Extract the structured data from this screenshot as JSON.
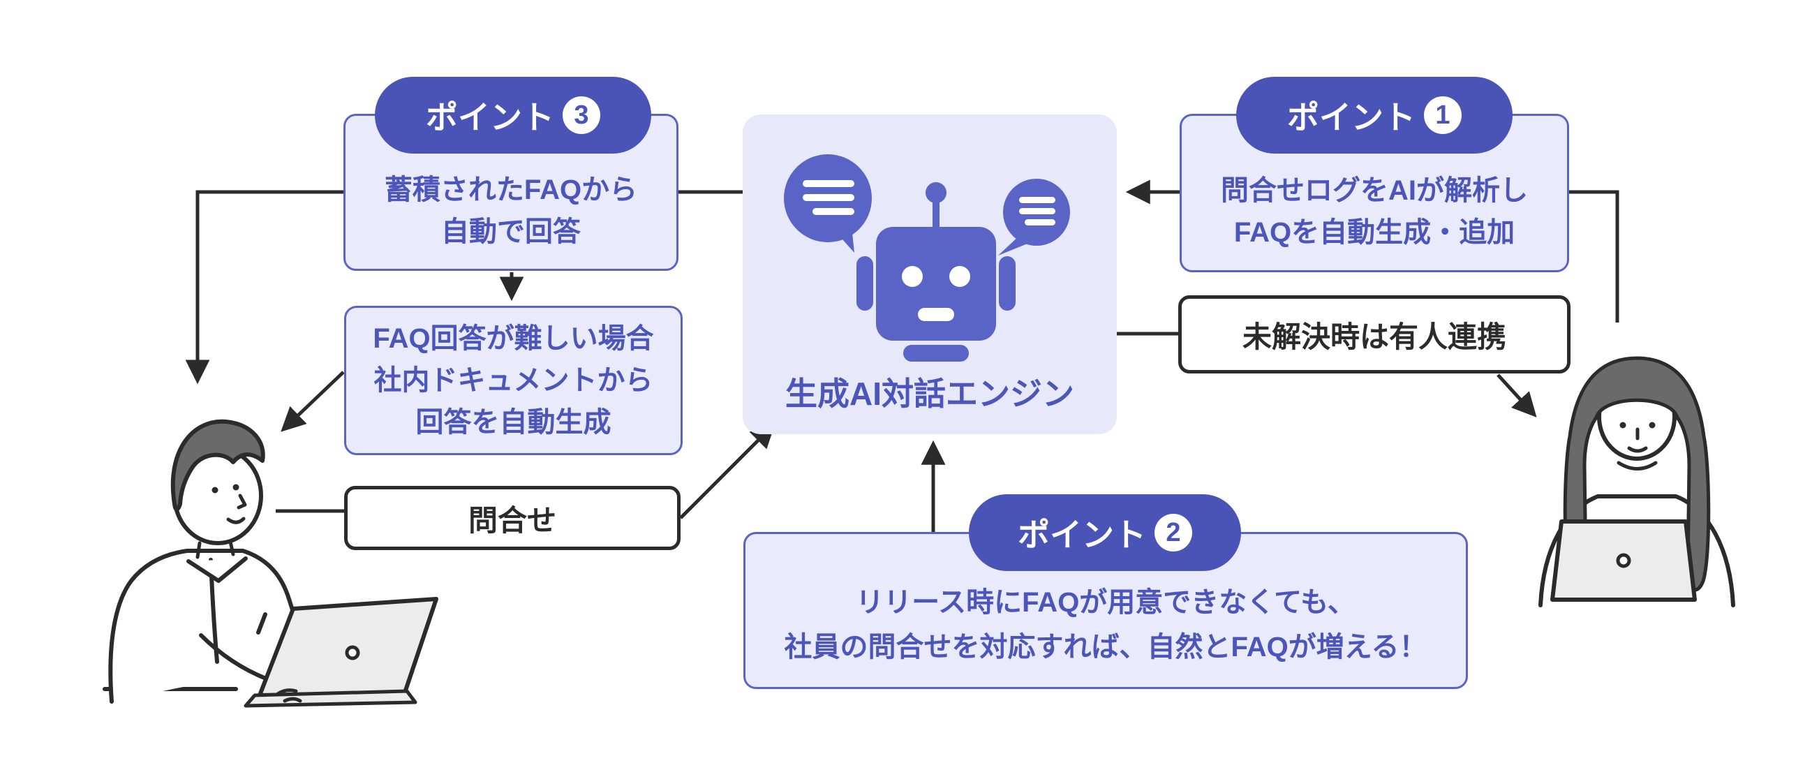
{
  "engine": {
    "label": "生成AI対話エンジン",
    "icon": "robot-icon",
    "bubble_icon": "speech-bubbles-icon"
  },
  "points": {
    "p1": {
      "badge_label": "ポイント",
      "badge_number": "1",
      "text": "問合せログをAIが解析し\nFAQを自動生成・追加"
    },
    "p2": {
      "badge_label": "ポイント",
      "badge_number": "2",
      "text": "リリース時にFAQが用意できなくても、\n社員の問合せを対応すれば、自然とFAQが増える！"
    },
    "p3": {
      "badge_label": "ポイント",
      "badge_number": "3",
      "text": "蓄積されたFAQから\n自動で回答"
    }
  },
  "boxes": {
    "fallback": "FAQ回答が難しい場合\n社内ドキュメントから\n回答を自動生成",
    "inquiry": "問合せ",
    "handoff": "未解決時は有人連携"
  },
  "people": {
    "left": "employee-at-laptop-illustration",
    "right": "operator-at-laptop-illustration"
  },
  "colors": {
    "badge": "#4a53b6",
    "accent": "#5a64c6",
    "accent_text": "#4b55ba",
    "box_fill": "#e9eafc",
    "engine_fill": "#e7e9fa",
    "outline": "#2b2b2b"
  }
}
